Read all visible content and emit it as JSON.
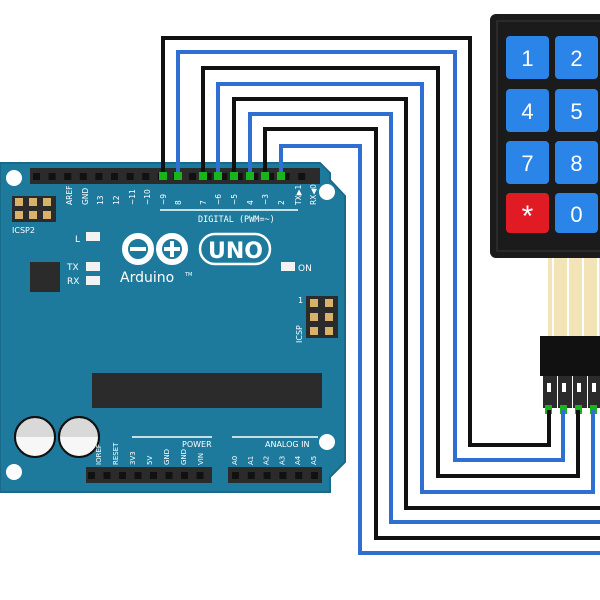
{
  "board": {
    "logo_text": "Arduino",
    "tm": "TM",
    "model": "UNO",
    "on_label": "ON",
    "l_label": "L",
    "tx_label": "TX",
    "rx_label": "RX",
    "icsp2_label": "ICSP2",
    "icsp_label": "ICSP",
    "icsp_pin1": "1",
    "digital_label": "DIGITAL (PWM=~)",
    "power_label": "POWER",
    "analog_label": "ANALOG IN",
    "digital_pins": [
      "AREF",
      "GND",
      "13",
      "12",
      "~11",
      "~10",
      "~9",
      "8",
      "7",
      "~6",
      "~5",
      "4",
      "~3",
      "2",
      "TX▶1",
      "RX◀0"
    ],
    "power_pins": [
      "IOREF",
      "RESET",
      "3V3",
      "5V",
      "GND",
      "GND",
      "VIN"
    ],
    "analog_pins": [
      "A0",
      "A1",
      "A2",
      "A3",
      "A4",
      "A5"
    ],
    "colors": {
      "board": "#1e7a9c",
      "board_edge": "#1a6d8c",
      "header": "#2b2b2b",
      "pin": "#17b51b",
      "wire_blue": "#2e6fd1",
      "wire_black": "#111111",
      "key": "#2b84e8",
      "key_star": "#e01b24",
      "keypad_frame": "#1b1b1b"
    }
  },
  "keypad": {
    "keys": [
      "1",
      "2",
      "4",
      "5",
      "7",
      "8",
      "*",
      "0"
    ]
  }
}
